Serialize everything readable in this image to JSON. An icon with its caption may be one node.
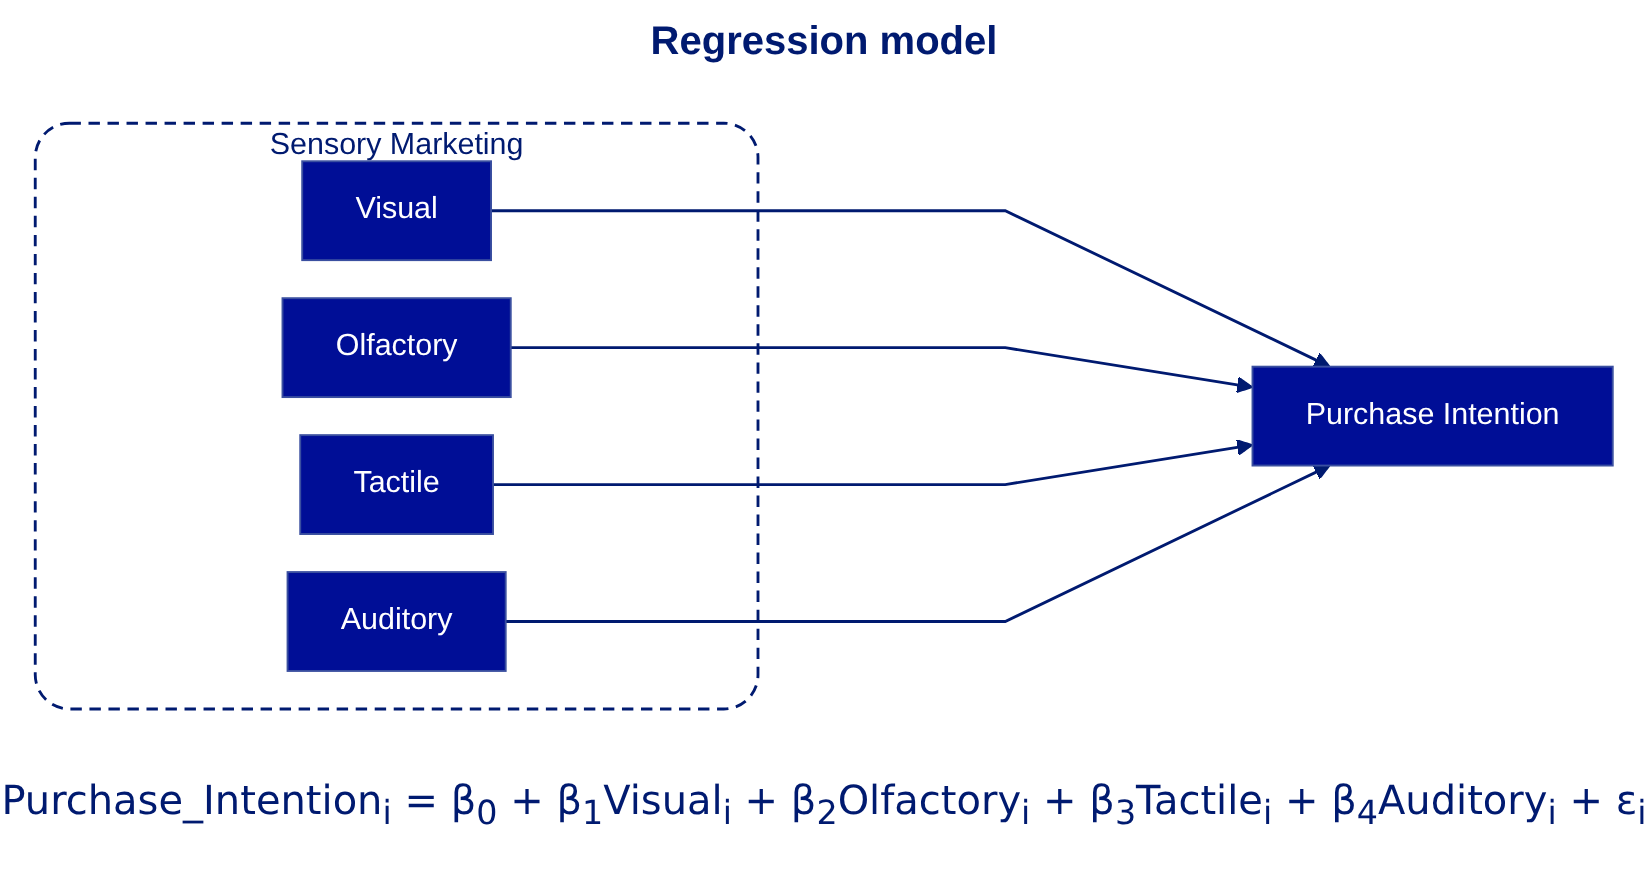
{
  "diagram": {
    "title": "Regression model",
    "nodes": [
      {
        "text": [
          "Sensory Marketing"
        ]
      },
      {
        "text": [
          "Visual"
        ],
        "in": 0
      },
      {
        "text": [
          "Olfactory"
        ],
        "in": 0
      },
      {
        "text": [
          "Tactile"
        ],
        "in": 0
      },
      {
        "text": [
          "Auditory"
        ],
        "in": 0
      },
      {
        "text": [
          "Purchase Intention"
        ]
      }
    ],
    "edges": [
      {
        "from": 1,
        "to": 5,
        "arrow": "to"
      },
      {
        "from": 2,
        "to": 5,
        "arrow": "to"
      },
      {
        "from": 3,
        "to": 5,
        "arrow": "to"
      },
      {
        "from": 4,
        "to": 5,
        "arrow": "to"
      }
    ],
    "labels": [
      "Purchase_Intention$_{i}$ = β$_{0}$ + β$_{1}$Visual$_{i}$ + β$_{2}$Olfactory$_{i}$ + β$_{3}$Tactile$_{i}$ + β$_{4}$Auditory$_{i}$ + ε$_{i}$"
    ]
  }
}
